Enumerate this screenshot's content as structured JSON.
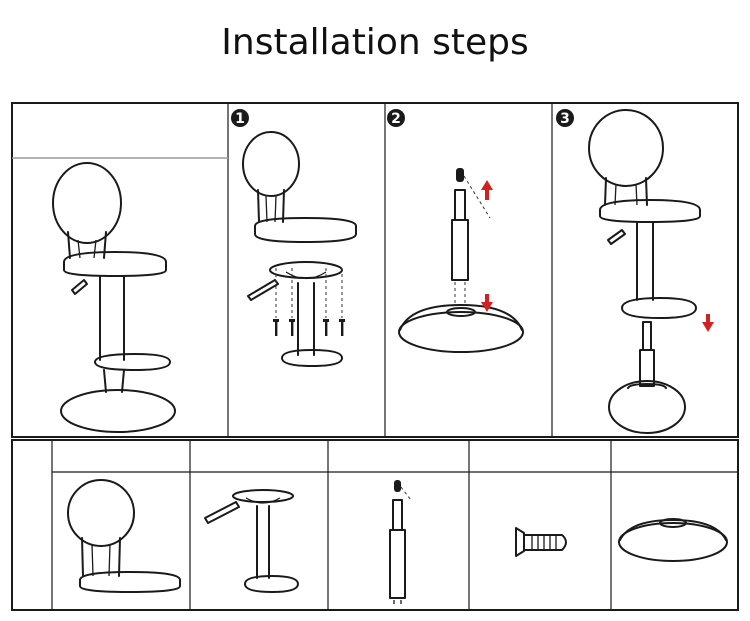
{
  "title": "Installation steps",
  "steps": [
    {
      "number": "1"
    },
    {
      "number": "2"
    },
    {
      "number": "3"
    }
  ],
  "colors": {
    "line": "#1a1a1a",
    "arrow": "#d32121",
    "background": "#ffffff"
  },
  "parts": [
    "seat-and-backrest",
    "seat-plate-with-lever",
    "gas-cylinder",
    "screw",
    "round-base"
  ],
  "icons": [
    "red-down-arrow",
    "red-up-arrow"
  ]
}
